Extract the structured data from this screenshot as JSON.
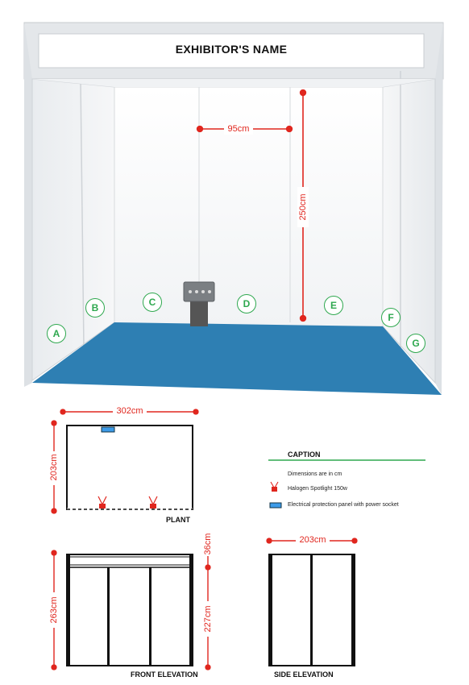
{
  "booth": {
    "fascia_text": "EXHIBITOR'S NAME",
    "dim_width": "95cm",
    "dim_height": "250cm",
    "walls": [
      "A",
      "B",
      "C",
      "D",
      "E",
      "F",
      "G"
    ]
  },
  "plan": {
    "dim_width": "302cm",
    "dim_depth": "203cm",
    "title": "PLANT"
  },
  "front_elevation": {
    "dim_fascia": "36cm",
    "dim_total": "263cm",
    "dim_wall": "227cm",
    "title": "FRONT ELEVATION"
  },
  "side_elevation": {
    "dim_width": "203cm",
    "title": "SIDE ELEVATION"
  },
  "caption": {
    "title": "CAPTION",
    "note": "Dimensions are in cm",
    "spotlight": "Halogen Spotlight 150w",
    "panel": "Electrical protection panel with power socket"
  },
  "colors": {
    "carpet": "#2e7fb3",
    "dimension": "#e0261e",
    "label_ring": "#2fa84f",
    "caption_rule": "#2fa84f",
    "panel_icon": "#3d9be9"
  }
}
